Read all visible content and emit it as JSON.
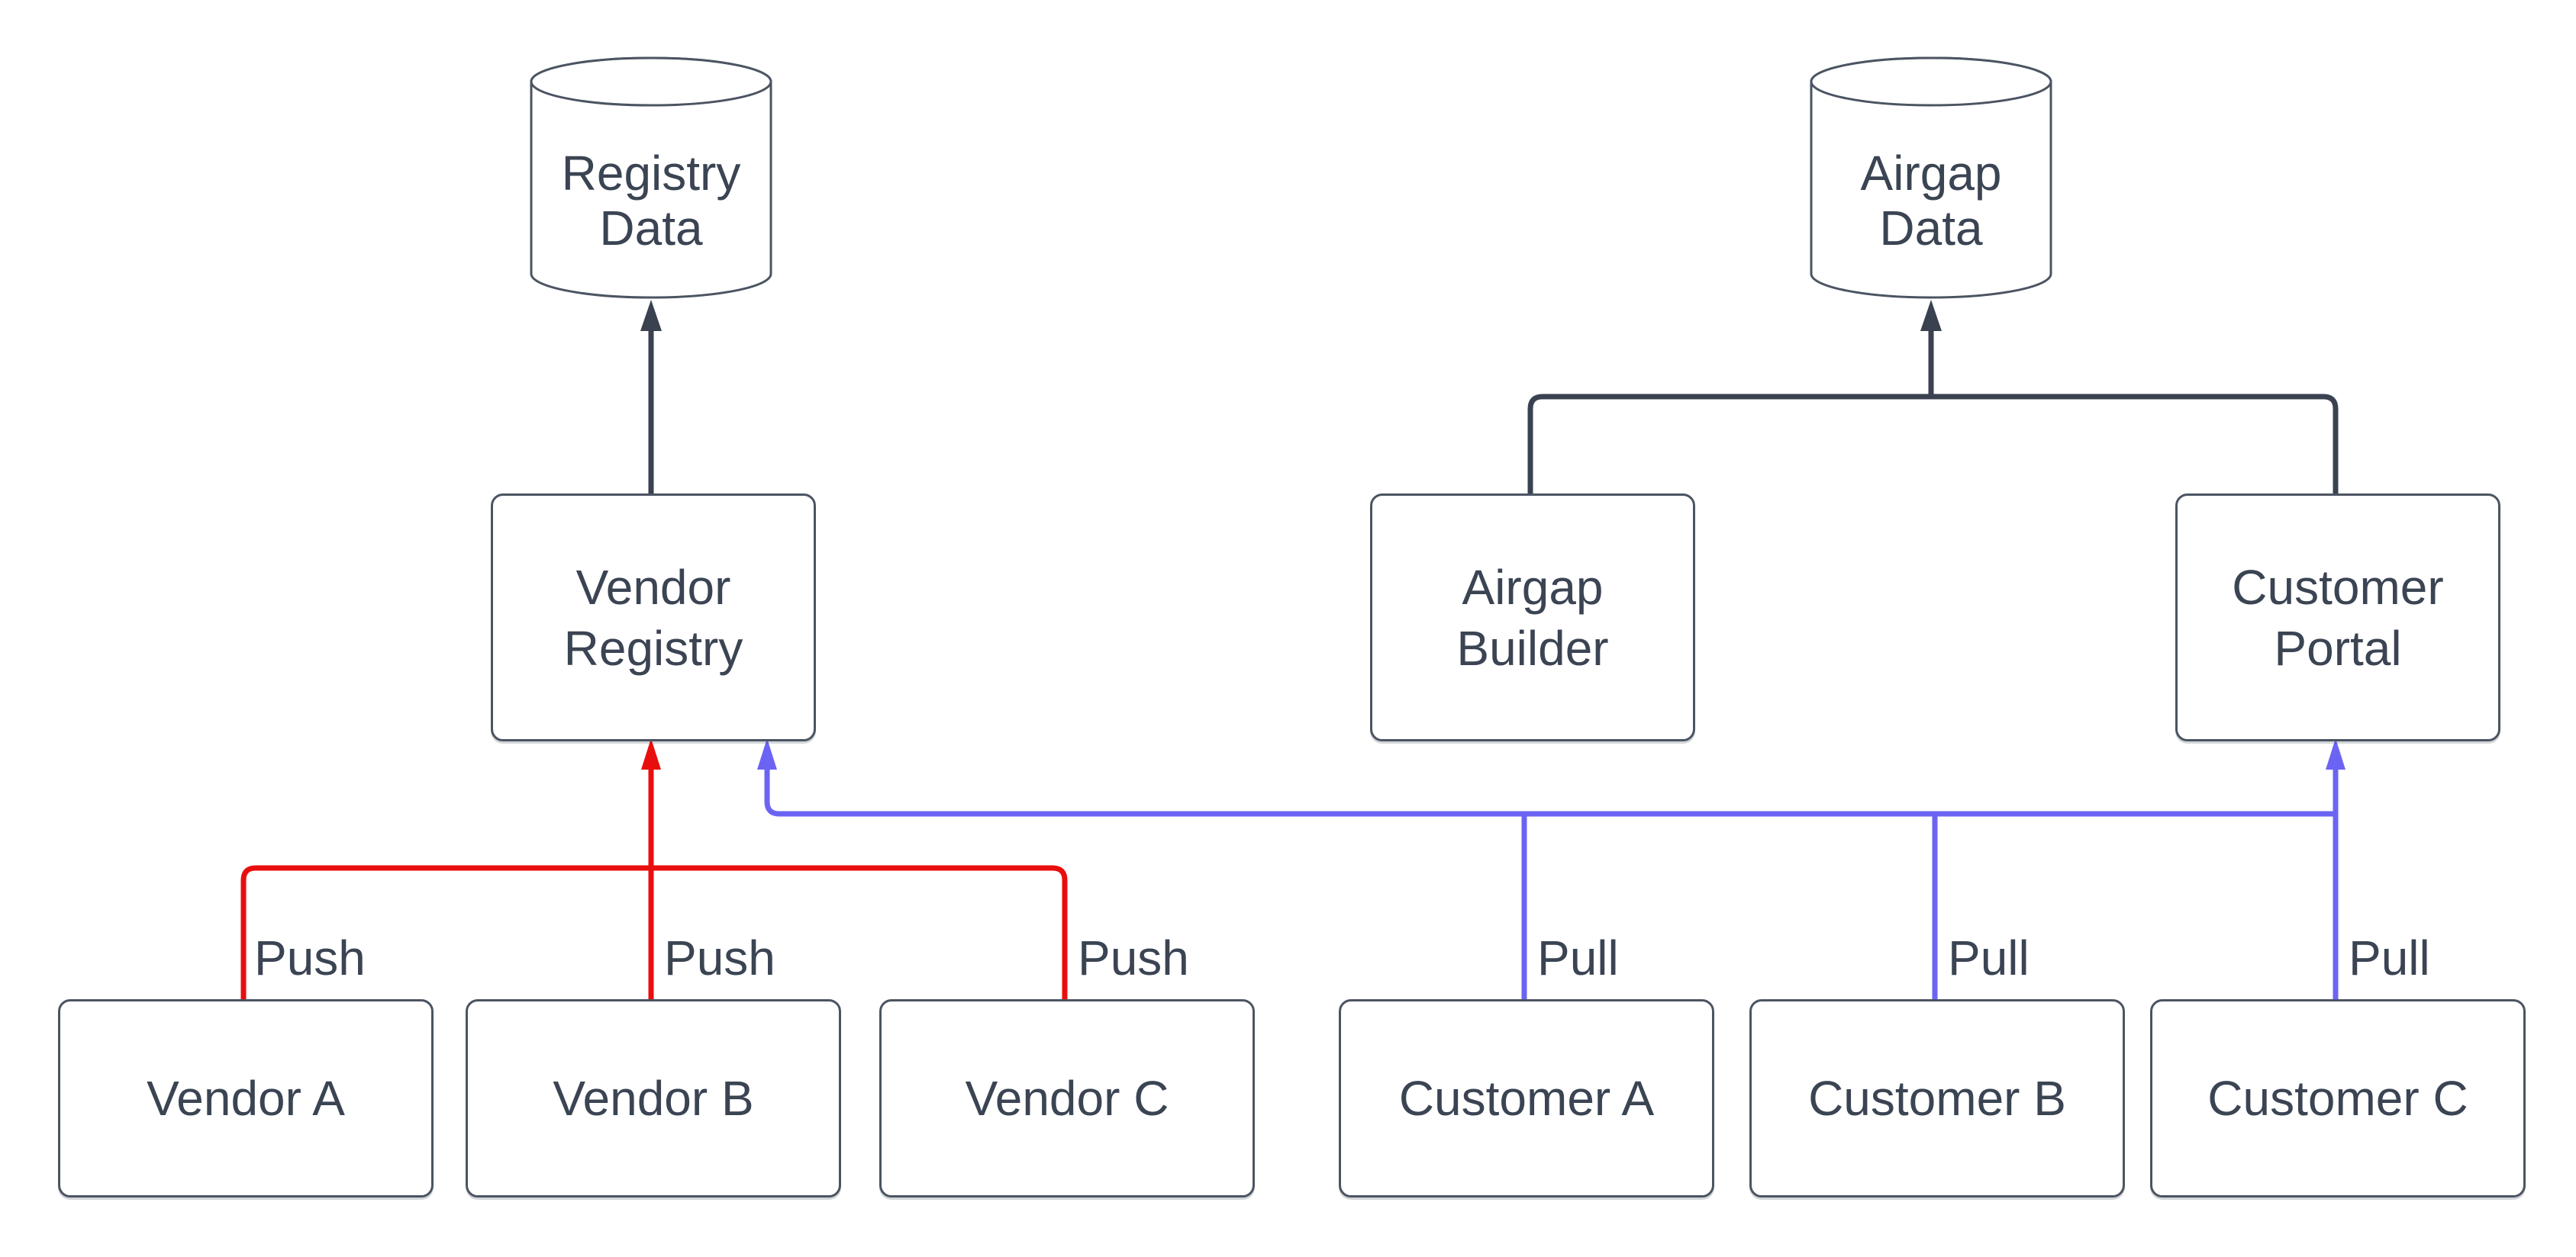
{
  "diagram": {
    "background": "#ffffff",
    "colors": {
      "text": "#3b4453",
      "node_border": "#4b5462",
      "dark_connector": "#3a4251",
      "push_connector": "#e90e0e",
      "pull_connector": "#6b64f3",
      "node_fill": "#ffffff"
    },
    "datastores": [
      {
        "line1": "Registry",
        "line2": "Data"
      },
      {
        "line1": "Airgap",
        "line2": "Data"
      }
    ],
    "services": [
      {
        "line1": "Vendor",
        "line2": "Registry"
      },
      {
        "line1": "Airgap",
        "line2": "Builder"
      },
      {
        "line1": "Customer",
        "line2": "Portal"
      }
    ],
    "vendors": [
      {
        "label": "Vendor A"
      },
      {
        "label": "Vendor B"
      },
      {
        "label": "Vendor C"
      }
    ],
    "customers": [
      {
        "label": "Customer A"
      },
      {
        "label": "Customer B"
      },
      {
        "label": "Customer C"
      }
    ],
    "edge_labels": {
      "push": [
        "Push",
        "Push",
        "Push"
      ],
      "pull": [
        "Pull",
        "Pull",
        "Pull"
      ]
    }
  }
}
